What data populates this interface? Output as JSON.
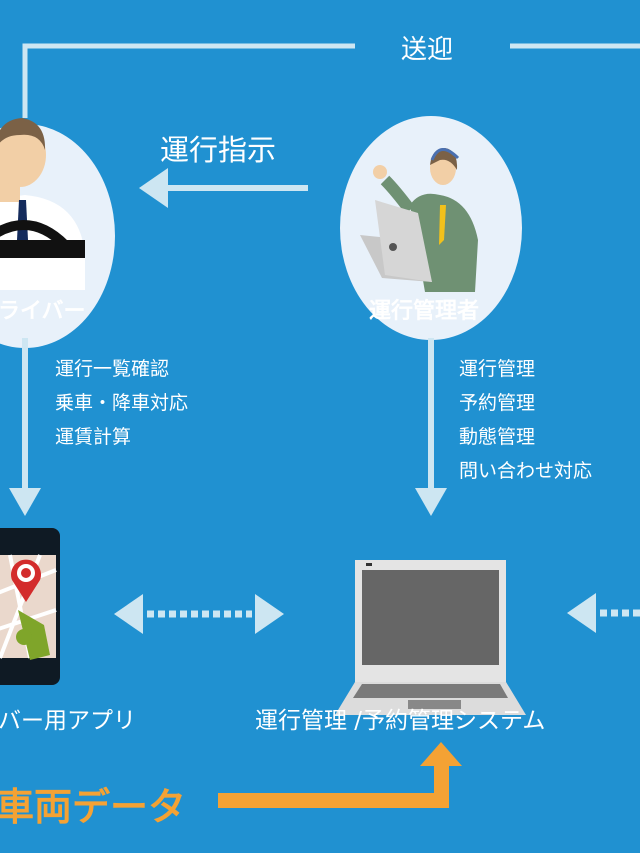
{
  "top_link": {
    "label": "送迎"
  },
  "instruction_arrow": {
    "label": "運行指示"
  },
  "driver": {
    "label": "ライバー",
    "tasks": [
      "運行一覧確認",
      "乗車・降車対応",
      "運賃計算"
    ]
  },
  "manager": {
    "label": "運行管理者",
    "tasks": [
      "運行管理",
      "予約管理",
      "動態管理",
      "問い合わせ対応"
    ]
  },
  "driver_app": {
    "label": "バー用アプリ"
  },
  "system": {
    "label": "運行管理 /予約管理システム"
  },
  "vehicle_data": {
    "label": "車両データ"
  },
  "colors": {
    "background": "#2091d1",
    "line": "#cde6f2",
    "accent": "#f4a234"
  }
}
